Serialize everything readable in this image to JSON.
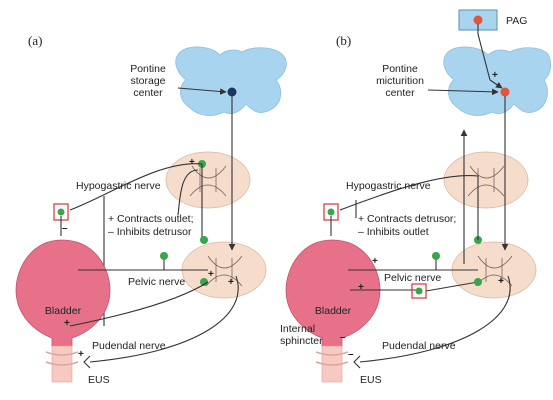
{
  "panel_a": {
    "tag": "(a)",
    "pontine_center": "Pontine\nstorage\ncenter",
    "hypogastric_nerve": "Hypogastric nerve",
    "effect_plus": "+ Contracts outlet;",
    "effect_minus": "– Inhibits detrusor",
    "pelvic_nerve": "Pelvic nerve",
    "bladder": "Bladder",
    "pudendal_nerve": "Pudendal nerve",
    "eus": "EUS",
    "signs": [
      "+",
      "–",
      "+",
      "+",
      "+",
      "+"
    ]
  },
  "panel_b": {
    "tag": "(b)",
    "pag": "PAG",
    "pontine_center": "Pontine\nmicturition\ncenter",
    "hypogastric_nerve": "Hypogastric nerve",
    "effect_plus": "+ Contracts detrusor;",
    "effect_minus": "– Inhibits outlet",
    "pelvic_nerve": "Pelvic nerve",
    "bladder": "Bladder",
    "internal_sphincter": "Internal\nsphincter",
    "pudendal_nerve": "Pudendal nerve",
    "eus": "EUS",
    "signs": [
      "+",
      "+",
      "+",
      "–",
      "+",
      "–"
    ]
  },
  "colors": {
    "brain": "#a9d4ef",
    "cord": "#f6dccb",
    "bladder": "#e8718a",
    "neuron": "#3aa64a",
    "pontine_storage_dot": "#1f3461",
    "pontine_micturition_dot": "#e4533a",
    "highlight_box": "#d9343a"
  }
}
